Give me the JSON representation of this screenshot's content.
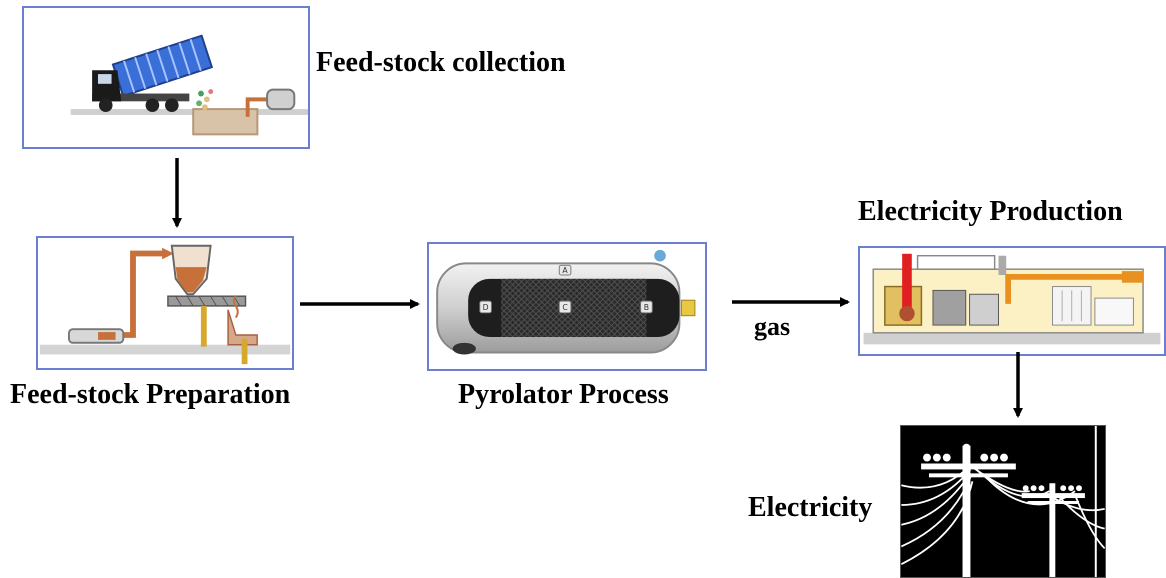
{
  "stages": {
    "collection": {
      "label": "Feed-stock collection",
      "icon": "dump-truck-icon"
    },
    "preparation": {
      "label": "Feed-stock Preparation",
      "icon": "conveyor-hopper-icon"
    },
    "pyrolator": {
      "label": "Pyrolator Process",
      "icon": "pyrolator-tank-icon",
      "markers": {
        "top": "A",
        "left": "D",
        "center": "C",
        "right": "B"
      }
    },
    "production": {
      "label": "Electricity Production",
      "icon": "generator-plant-icon"
    },
    "electricity": {
      "label": "Electricity",
      "icon": "power-lines-icon"
    }
  },
  "connections": {
    "gas_label": "gas"
  },
  "colors": {
    "box_border": "#6a7fd0",
    "pipe": "#c8703a",
    "truck_bin": "#3a6fd8",
    "accent_red": "#e02020"
  }
}
